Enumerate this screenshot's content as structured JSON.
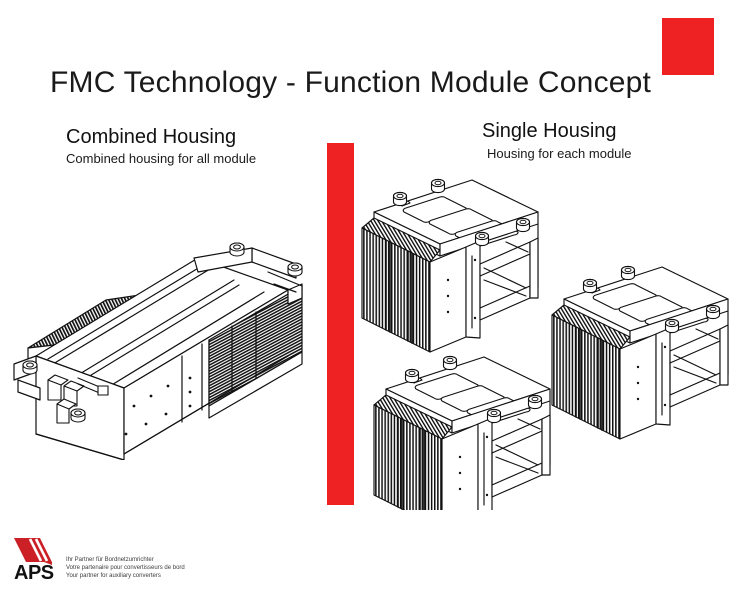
{
  "slide": {
    "title": "FMC Technology - Function Module Concept",
    "background_color": "#ffffff",
    "accent_color": "#ee2222"
  },
  "sections": {
    "combined": {
      "heading": "Combined Housing",
      "subtitle": "Combined housing for all module",
      "diagram_name": "combined-housing-isometric-drawing",
      "module_count": 1
    },
    "single": {
      "heading": "Single Housing",
      "subtitle": "Housing for each module",
      "diagram_name": "single-housing-isometric-drawings",
      "module_count": 3
    }
  },
  "decorations": {
    "corner_block_color": "#ee2222",
    "divider_bar_color": "#ee2222"
  },
  "footer": {
    "logo_text": "APS",
    "logo_mark_color": "#cc2027",
    "taglines": [
      "Ihr Partner für Bordnetzumrichter",
      "Votre partenaire pour convertisseurs de bord",
      "Your partner for auxiliary converters"
    ]
  }
}
